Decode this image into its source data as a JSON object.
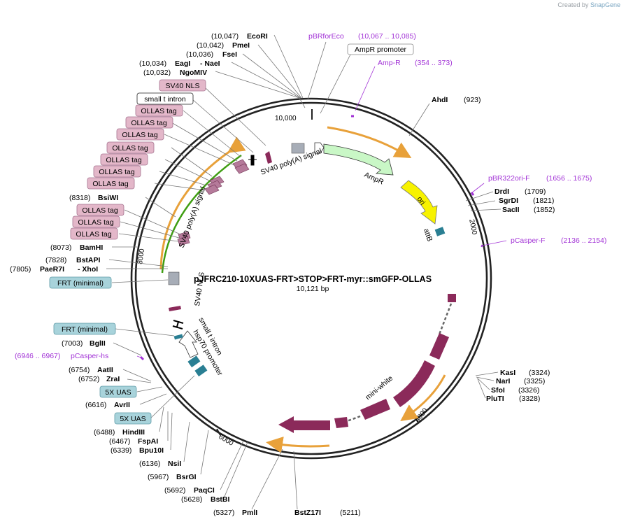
{
  "brand": {
    "created_by": "Created by",
    "app": "SnapGene"
  },
  "plasmid": {
    "name": "pJFRC210-10XUAS-FRT>STOP>FRT-myr::smGFP-OLLAS",
    "length_label": "10,121 bp"
  },
  "ticks": [
    "10,000",
    "2000",
    "4000",
    "6000",
    "8000"
  ],
  "features": {
    "sv40_polya_top": "SV40 poly(A) signal",
    "ampr": "AmpR",
    "ori": "ori",
    "attb": "attB",
    "sv40_polya_left": "SV40 poly(A) signal",
    "sv40_nls": "SV40 NLS",
    "small_t_intron": "small t intron",
    "hsp70_promoter": "hsp70 promoter",
    "mini_white": "mini-white"
  },
  "sites": {
    "ecori": {
      "pos": "(10,047)",
      "name": "EcoRI"
    },
    "pmei": {
      "pos": "(10,042)",
      "name": "PmeI"
    },
    "fsei": {
      "pos": "(10,036)",
      "name": "FseI"
    },
    "eagi": {
      "pos": "(10,034)",
      "name": "EagI",
      "name2": "- NaeI"
    },
    "ngomiv": {
      "pos": "(10,032)",
      "name": "NgoMIV"
    },
    "bsiwi": {
      "pos": "(8318)",
      "name": "BsiWI"
    },
    "bamhi": {
      "pos": "(8073)",
      "name": "BamHI"
    },
    "bstapi": {
      "pos": "(7828)",
      "name": "BstAPI"
    },
    "pae": {
      "pos": "(7805)",
      "name": "PaeR7I",
      "name2": "- XhoI"
    },
    "bglii": {
      "pos": "(7003)",
      "name": "BglII"
    },
    "aatii": {
      "pos": "(6754)",
      "name": "AatII"
    },
    "zrai": {
      "pos": "(6752)",
      "name": "ZraI"
    },
    "avrii": {
      "pos": "(6616)",
      "name": "AvrII"
    },
    "hindiii": {
      "pos": "(6488)",
      "name": "HindIII"
    },
    "fspai": {
      "pos": "(6467)",
      "name": "FspAI"
    },
    "bpu10i": {
      "pos": "(6339)",
      "name": "Bpu10I"
    },
    "nsii": {
      "pos": "(6136)",
      "name": "NsiI"
    },
    "bsrgi": {
      "pos": "(5967)",
      "name": "BsrGI"
    },
    "paqci": {
      "pos": "(5692)",
      "name": "PaqCI"
    },
    "bstbi": {
      "pos": "(5628)",
      "name": "BstBI"
    },
    "pmli": {
      "pos": "(5327)",
      "name": "PmlI"
    },
    "bstz17i": {
      "pos": "(5211)",
      "name": "BstZ17I"
    },
    "ahdi": {
      "pos": "(923)",
      "name": "AhdI"
    },
    "drdi": {
      "pos": "(1709)",
      "name": "DrdI"
    },
    "sgrdi": {
      "pos": "(1821)",
      "name": "SgrDI"
    },
    "sacii": {
      "pos": "(1852)",
      "name": "SacII"
    },
    "kasi": {
      "pos": "(3324)",
      "name": "KasI"
    },
    "nari": {
      "pos": "(3325)",
      "name": "NarI"
    },
    "sfoi": {
      "pos": "(3326)",
      "name": "SfoI"
    },
    "pluti": {
      "pos": "(3328)",
      "name": "PluTI"
    }
  },
  "primers": {
    "pbrforeco": {
      "name": "pBRforEco",
      "range": "(10,067 .. 10,085)"
    },
    "ampr": {
      "name": "Amp-R",
      "range": "(354 .. 373)"
    },
    "pbr322": {
      "name": "pBR322ori-F",
      "range": "(1656 .. 1675)"
    },
    "pcasperf": {
      "name": "pCasper-F",
      "range": "(2136 .. 2154)"
    },
    "pcasperhs": {
      "name": "pCasper-hs",
      "range": "(6946 .. 6967)"
    }
  },
  "boxes": {
    "ampr_promoter": "AmpR promoter",
    "sv40_nls": "SV40 NLS",
    "small_t_intron": "small t intron",
    "ollas": "OLLAS tag",
    "frt": "FRT (minimal)",
    "uas": "5X UAS"
  },
  "colors": {
    "backbone": "#222222",
    "site_label": "#000000",
    "primer": "#a233d6",
    "ampr_feature": "#c9f7c6",
    "ori_feature": "#f7f200",
    "mini_white": "#8b2a5a",
    "attb": "#2a7f93",
    "pink_box": "#e3b7c9",
    "blue_box": "#a8d3db",
    "orange_arc": "#e8a13a",
    "green_arc": "#3f9e12"
  }
}
